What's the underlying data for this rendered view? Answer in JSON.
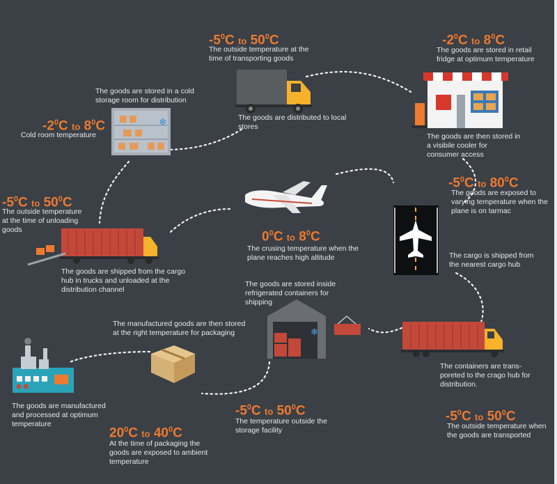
{
  "stages": [
    {
      "id": "transport-local",
      "t1": "-5",
      "t2": "50",
      "unit": "C",
      "connector": "to",
      "texts": [
        "The outside temperature at the time of transporting goods",
        "The goods are distributed to local stores"
      ]
    },
    {
      "id": "retail",
      "t1": "-2",
      "t2": "8",
      "unit": "C",
      "connector": "to",
      "texts": [
        "The goods are stored in retail fridge at optimum temperature",
        "The goods are then stored in a visibile cooler for consumer access"
      ]
    },
    {
      "id": "cold-room",
      "t1": "-2",
      "t2": "8",
      "unit": "C",
      "connector": "to",
      "texts": [
        "The goods are stored in a cold storage room for distribution",
        "Cold room temperature"
      ]
    },
    {
      "id": "unloading",
      "t1": "-5",
      "t2": "50",
      "unit": "C",
      "connector": "to",
      "texts": [
        "The outside temperature at the time of unloading goods",
        "The goods are shipped from the cargo hub in trucks and unloaded at the distribution channel"
      ]
    },
    {
      "id": "flight",
      "t1": "0",
      "t2": "8",
      "unit": "C",
      "connector": "to",
      "texts": [
        "The crusing temperature when the plane reaches high altitude"
      ]
    },
    {
      "id": "tarmac",
      "t1": "-5",
      "t2": "80",
      "unit": "C",
      "connector": "to",
      "texts": [
        "The goods are exposed to varying temperature when the plane is on tarmac",
        "The cargo is shipped from the nearest cargo hub"
      ]
    },
    {
      "id": "storage",
      "t1": "-5",
      "t2": "50",
      "unit": "C",
      "connector": "to",
      "texts": [
        "The goods are stored inside refrigerated containers for shipping",
        "The temperature outside the storage facility"
      ]
    },
    {
      "id": "packaging",
      "t1": "20",
      "t2": "40",
      "unit": "C",
      "connector": "to",
      "texts": [
        "The manufactured goods are then stored at the right temperature for packaging",
        "At the time of packaging the goods are exposed to ambient temperature"
      ]
    },
    {
      "id": "factory",
      "texts": [
        "The goods are manufactured and processed at optimum temperature"
      ]
    },
    {
      "id": "cargo-hub",
      "t1": "-5",
      "t2": "50",
      "unit": "C",
      "connector": "to",
      "texts": [
        "The containers are trans-poreted to the crago hub for distribution.",
        "The outside temperature when the goods are transported"
      ]
    }
  ],
  "colors": {
    "background": "#3a4046",
    "accent": "#ee7a30",
    "text": "#e6e9ec",
    "container": "#c4483a",
    "truck": "#f5b22a"
  },
  "icons": [
    "truck-icon",
    "store-icon",
    "cold-room-icon",
    "airplane-icon",
    "runway-icon",
    "warehouse-icon",
    "box-icon",
    "factory-icon",
    "container-truck-icon",
    "container-icon",
    "snowflake-icon"
  ]
}
